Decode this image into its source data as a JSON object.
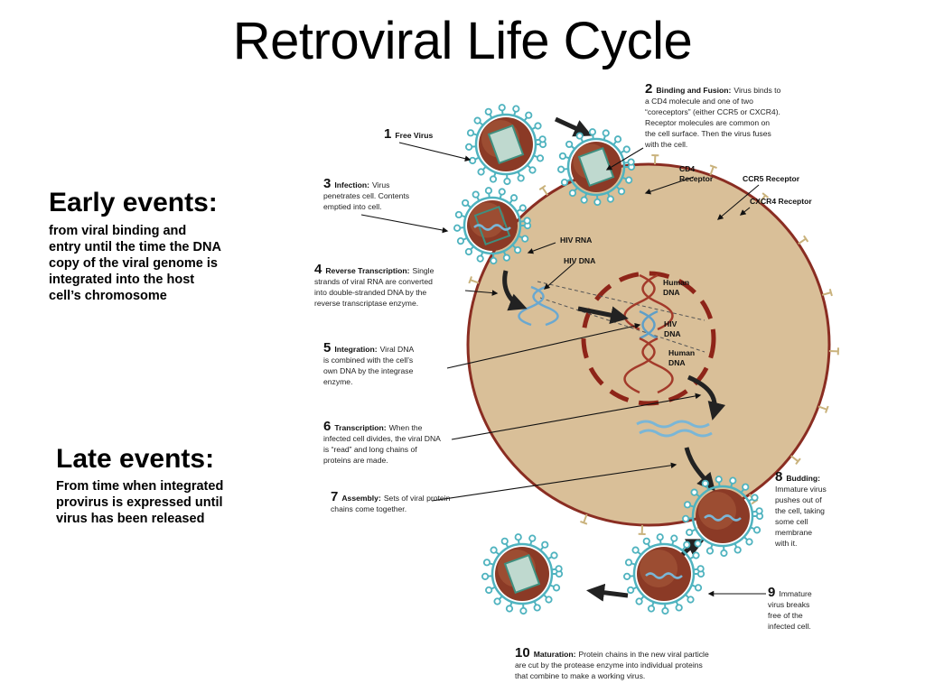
{
  "title": "Retroviral Life Cycle",
  "early": {
    "heading": "Early events:",
    "lines": [
      "from viral binding and",
      "entry until the time the DNA",
      "copy of the viral genome is",
      "integrated into the host",
      "cell’s chromosome"
    ]
  },
  "late": {
    "heading": "Late events:",
    "lines": [
      "From time when integrated",
      "provirus is expressed until",
      "virus has been released"
    ]
  },
  "diagram": {
    "steps": [
      {
        "num": "1",
        "label": "Free Virus",
        "text": []
      },
      {
        "num": "2",
        "label": "Binding and Fusion:",
        "text": [
          "Virus binds to",
          "a CD4 molecule and one of two",
          "“coreceptors” (either CCR5 or CXCR4).",
          "Receptor molecules are common on",
          "the cell surface.  Then the virus fuses",
          "with the cell."
        ]
      },
      {
        "num": "3",
        "label": "Infection:",
        "text": [
          "Virus",
          "penetrates cell.  Contents",
          "emptied into cell."
        ]
      },
      {
        "num": "4",
        "label": "Reverse Transcription:",
        "text": [
          "Single",
          "strands of viral RNA are converted",
          "into double-stranded DNA by the",
          "reverse transcriptase enzyme."
        ]
      },
      {
        "num": "5",
        "label": "Integration:",
        "text": [
          "Viral DNA",
          "is combined with the cell’s",
          "own DNA by the integrase",
          "enzyme."
        ]
      },
      {
        "num": "6",
        "label": "Transcription:",
        "text": [
          "When the",
          "infected cell divides, the viral DNA",
          "is “read” and long chains of",
          "proteins are made."
        ]
      },
      {
        "num": "7",
        "label": "Assembly:",
        "text": [
          "Sets of viral protein",
          "chains come together."
        ]
      },
      {
        "num": "8",
        "label": "Budding:",
        "text": [
          "Immature virus",
          "pushes out of",
          "the cell, taking",
          "some cell",
          "membrane",
          "with it."
        ]
      },
      {
        "num": "9",
        "label": "",
        "text": [
          "Immature",
          "virus breaks",
          "free of the",
          "infected cell."
        ]
      },
      {
        "num": "10",
        "label": "Maturation:",
        "text": [
          "Protein chains in the new viral particle",
          "are cut by the protease enzyme into individual proteins",
          "that combine to make a working virus."
        ]
      }
    ],
    "labels": {
      "cd4": [
        "CD4",
        "Receptor"
      ],
      "ccr5": "CCR5 Receptor",
      "cxcr4": "CXCR4 Receptor",
      "hiv_rna": "HIV RNA",
      "hiv_dna": "HIV DNA",
      "human_dna_top": [
        "Human",
        "DNA"
      ],
      "hiv_dna_nucleus": [
        "HIV",
        "DNA"
      ],
      "human_dna_bottom": [
        "Human",
        "DNA"
      ]
    },
    "colors": {
      "cell": "#d9bf98",
      "cell_border": "#8a2d22",
      "nucleus_dash": "#8e2418",
      "virus_body": "#8b3a26",
      "virus_spike": "#4fb3bf",
      "viral_strand": "#7ab6d6",
      "arrow": "#111111"
    }
  }
}
